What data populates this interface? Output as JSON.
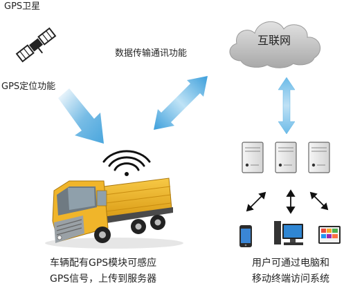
{
  "labels": {
    "gps_satellite": "GPS卫星",
    "gps_positioning": "GPS定位功能",
    "data_transmission": "数据传输通讯功能",
    "internet": "互联网",
    "vehicle_caption_line1": "车辆配有GPS模块可感应",
    "vehicle_caption_line2": "GPS信号，上传到服务器",
    "user_caption_line1": "用户可通过电脑和",
    "user_caption_line2": "移动终端访问系统"
  },
  "colors": {
    "arrow_blue": "#4aa6dd",
    "cloud_gray": "#b9b9b9",
    "truck_yellow": "#f0b52a",
    "truck_cab_gray": "#8a8f94"
  },
  "icons": [
    "satellite-icon",
    "signal-icon",
    "cloud-icon",
    "server-icon",
    "truck-icon",
    "phone-icon",
    "computer-icon",
    "tablet-icon"
  ]
}
